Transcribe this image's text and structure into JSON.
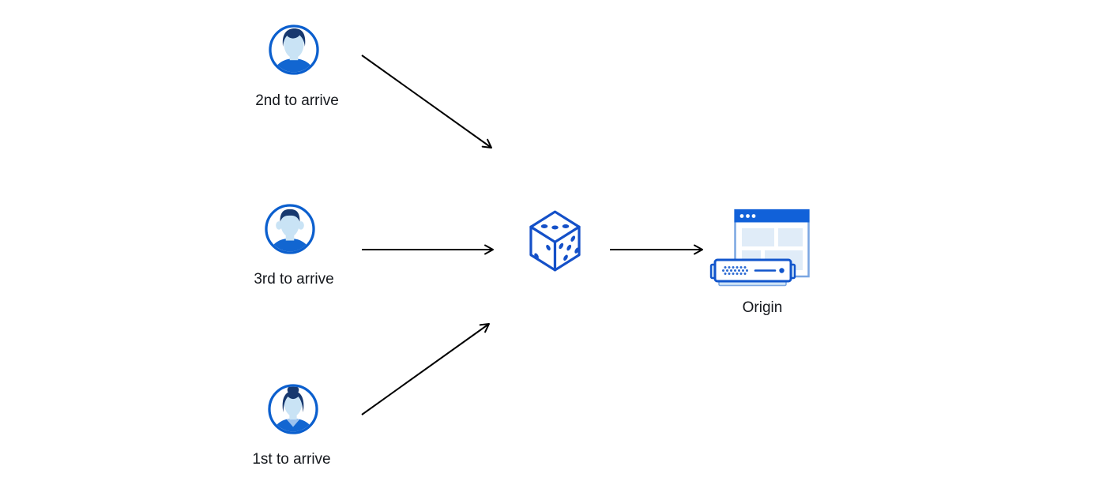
{
  "canvas": {
    "background": "#ffffff"
  },
  "colors": {
    "canvas_bg": "#ffffff",
    "label_text": "#15181d",
    "arrow_color": "#000000",
    "avatar_ring": "#0b5fce",
    "avatar_hair": "#17386e",
    "avatar_skin": "#c9e3f5",
    "avatar_shirt": "#1266d1",
    "avatar_collar": "#9cc2ee",
    "dice_blue": "#1450c8",
    "browser_bar": "#1161d9",
    "browser_border": "#7aa6e2",
    "panel_fill": "#e0ecf8",
    "server_border": "#1155cc",
    "server_base": "#cfe4f6",
    "server_vent": "#2d6bd3"
  },
  "nodes": {
    "visitor_second": {
      "label": "2nd to arrive",
      "icon": "male-user-avatar-icon"
    },
    "visitor_third": {
      "label": "3rd to arrive",
      "icon": "male-user-avatar-icon"
    },
    "visitor_first": {
      "label": "1st to arrive",
      "icon": "female-user-avatar-icon"
    },
    "dice": {
      "icon": "dice-icon"
    },
    "origin": {
      "label": "Origin",
      "icon": "origin-server-browser-icon"
    }
  },
  "connections": [
    {
      "from": "visitor_second",
      "to": "dice"
    },
    {
      "from": "visitor_third",
      "to": "dice"
    },
    {
      "from": "visitor_first",
      "to": "dice"
    },
    {
      "from": "dice",
      "to": "origin"
    }
  ]
}
